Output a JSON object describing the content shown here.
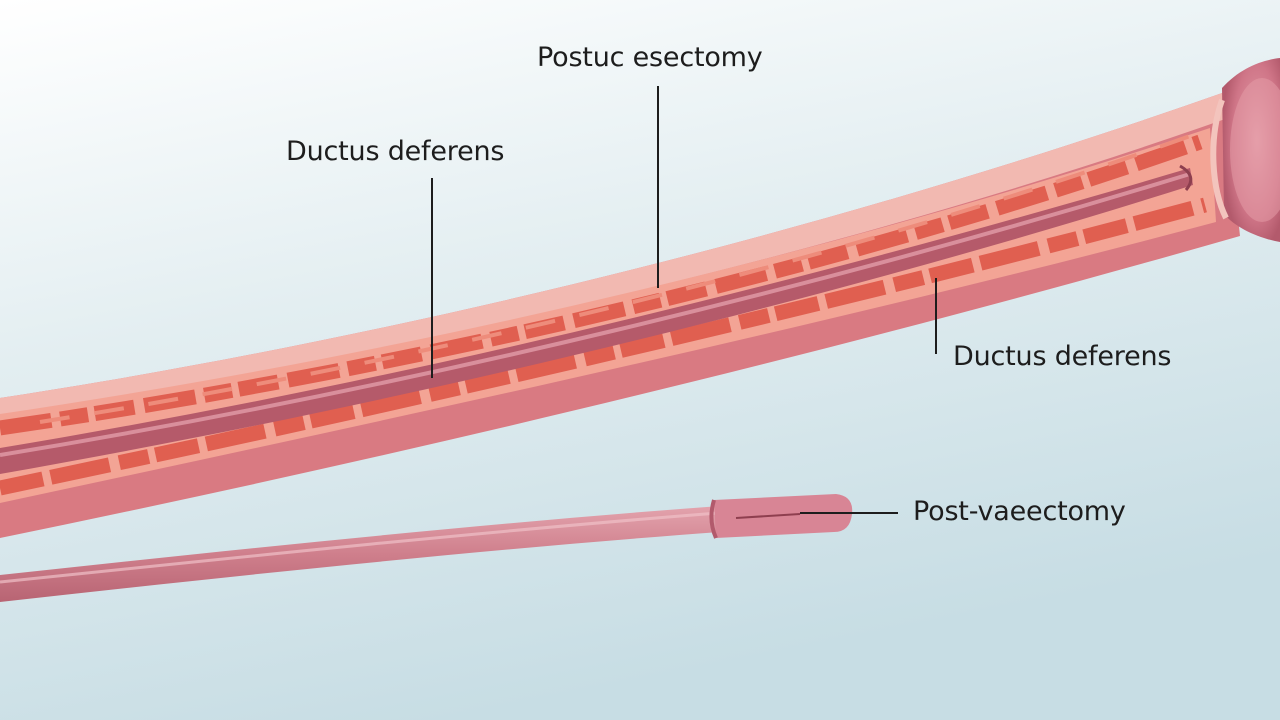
{
  "diagram": {
    "labels": {
      "top": "Postuc esectomy",
      "left": "Ductus deferens",
      "right": "Ductus deferens",
      "bottom": "Post-vaeectomy"
    },
    "colors": {
      "background_top": "#ffffff",
      "background_bottom": "#c7dde4",
      "outer_wall": "#d97a82",
      "outer_rim": "#f2b1aa",
      "muscle_layer": "#f3a495",
      "muscle_spots": "#e46658",
      "lumen": "#b55a6a",
      "lower_tube": "#cf7f8c",
      "leader_line": "#1d1d1d"
    }
  }
}
